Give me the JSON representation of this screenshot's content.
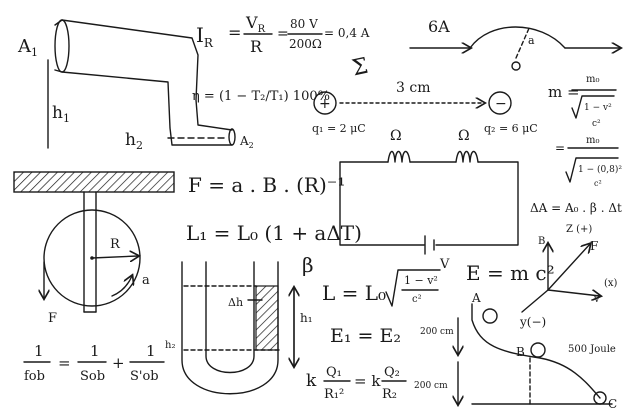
{
  "labels": {
    "a1": "A",
    "a1_sub": "1",
    "h1": "h",
    "h1_sub": "1",
    "h2": "h",
    "h2_sub": "2",
    "a2": "A",
    "a2_sub": "2",
    "ohm_i": "I",
    "ohm_i_sub": "R",
    "ohm_eq": "=",
    "ohm_v": "V",
    "ohm_v_sub": "R",
    "ohm_r": "R",
    "ohm_num": "80 V",
    "ohm_den": "200Ω",
    "ohm_result": "= 0,4 A",
    "efficiency": "η = (1 − T₂/T₁) 100%",
    "sigma": "Σ",
    "current": "6A",
    "angle": "a",
    "distance": "3 cm",
    "plus": "+",
    "minus": "−",
    "q1": "q₁ = 2 μC",
    "q2": "q₂ = 6 μC",
    "mass": "m =",
    "m0": "m₀",
    "root_top": "1 − v²",
    "c2": "c²",
    "eq_sign": "=",
    "root_num": "1 − (0,8)²",
    "area_eq": "ΔA = A₀ . β . Δt",
    "coil1": "Ω",
    "coil2": "Ω",
    "circuit_v": "V",
    "force_eq": "F = a . B . (R)⁻¹",
    "exp_eq": "L₁ = L₀ (1 + aΔT)",
    "radius": "R",
    "force": "F",
    "wheel_a": "a",
    "beta": "β",
    "dh": "Δh",
    "tube_h1": "h₁",
    "tube_h2": "h₂",
    "length_eq": "L = L₀",
    "root_v": "1 − v²",
    "root_c": "c²",
    "energy": "E = m c²",
    "energy_eq": "E₁ = E₂",
    "coulomb_k": "k",
    "q1_frac": "Q₁",
    "r1_frac": "R₁²",
    "eq_k": "= k",
    "q2_frac": "Q₂",
    "r2_frac": "R₂",
    "lens_lhs_num": "1",
    "lens_lhs_den": "fob",
    "lens_eq": "=",
    "lens_a_num": "1",
    "lens_a_den": "Sob",
    "lens_plus": "+",
    "lens_b_num": "1",
    "lens_b_den": "S'ob",
    "ax_b": "B",
    "ax_z": "Z (+)",
    "ax_f": "F",
    "ax_x": "(x)",
    "ax_v": "v",
    "ax_y": "y(−)",
    "pt_a": "A",
    "pt_b": "B",
    "pt_c": "C",
    "h200a": "200 cm",
    "h200b": "200 cm",
    "joule": "500 Joule"
  }
}
